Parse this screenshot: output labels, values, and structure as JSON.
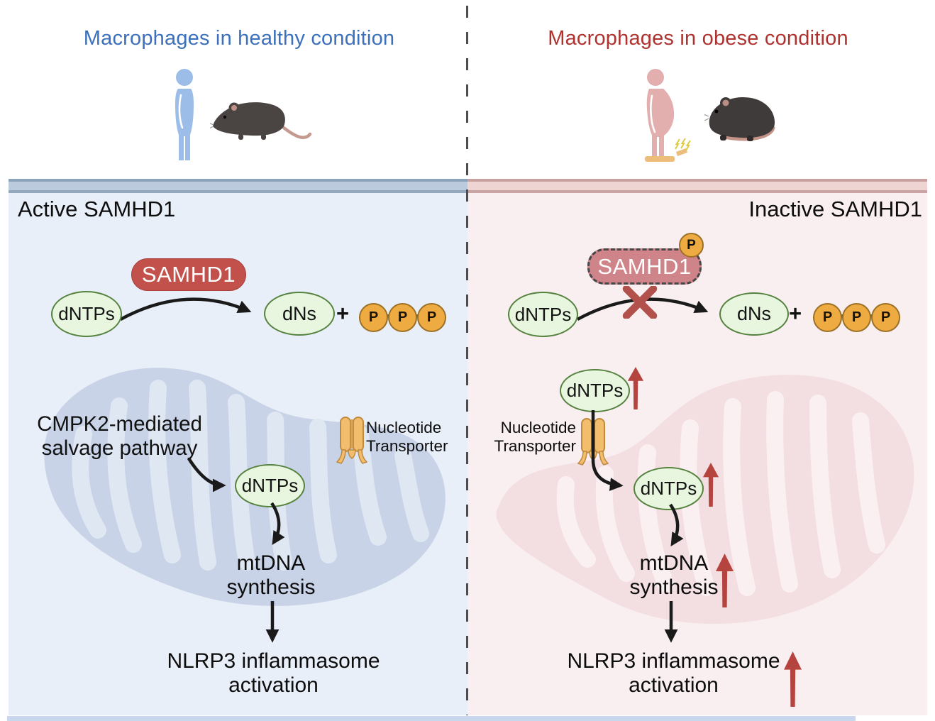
{
  "header": {
    "healthy_title": "Macrophages in healthy condition",
    "obese_title": "Macrophages in obese condition"
  },
  "left_panel": {
    "heading": "Active SAMHD1",
    "enzyme": "SAMHD1",
    "reaction": {
      "substrate": "dNTPs",
      "product": "dNs",
      "plus": "+",
      "phosphates": [
        "P",
        "P",
        "P"
      ]
    },
    "salvage_line1": "CMPK2-mediated",
    "salvage_line2": "salvage pathway",
    "transporter_line1": "Nucleotide",
    "transporter_line2": "Transporter",
    "mito_metabolite": "dNTPs",
    "mtdna_line1": "mtDNA",
    "mtdna_line2": "synthesis",
    "outcome_line1": "NLRP3 inflammasome",
    "outcome_line2": "activation"
  },
  "right_panel": {
    "heading": "Inactive SAMHD1",
    "enzyme": "SAMHD1",
    "phospho_mark": "P",
    "reaction": {
      "substrate": "dNTPs",
      "product": "dNs",
      "plus": "+",
      "phosphates": [
        "P",
        "P",
        "P"
      ]
    },
    "cyto_metabolite": "dNTPs",
    "transporter_line1": "Nucleotide",
    "transporter_line2": "Transporter",
    "mito_metabolite": "dNTPs",
    "mtdna_line1": "mtDNA",
    "mtdna_line2": "synthesis",
    "outcome_line1": "NLRP3 inflammasome",
    "outcome_line2": "activation"
  },
  "colors": {
    "healthy_accent": "#3b70bc",
    "obese_accent": "#ae332f",
    "active_enzyme": "#c2504b",
    "inactive_enzyme": "#cf8489",
    "metabolite_fill": "#e8f6df",
    "metabolite_border": "#56823f",
    "phosphate_fill": "#eeab41",
    "increase_arrow": "#b5443f"
  }
}
